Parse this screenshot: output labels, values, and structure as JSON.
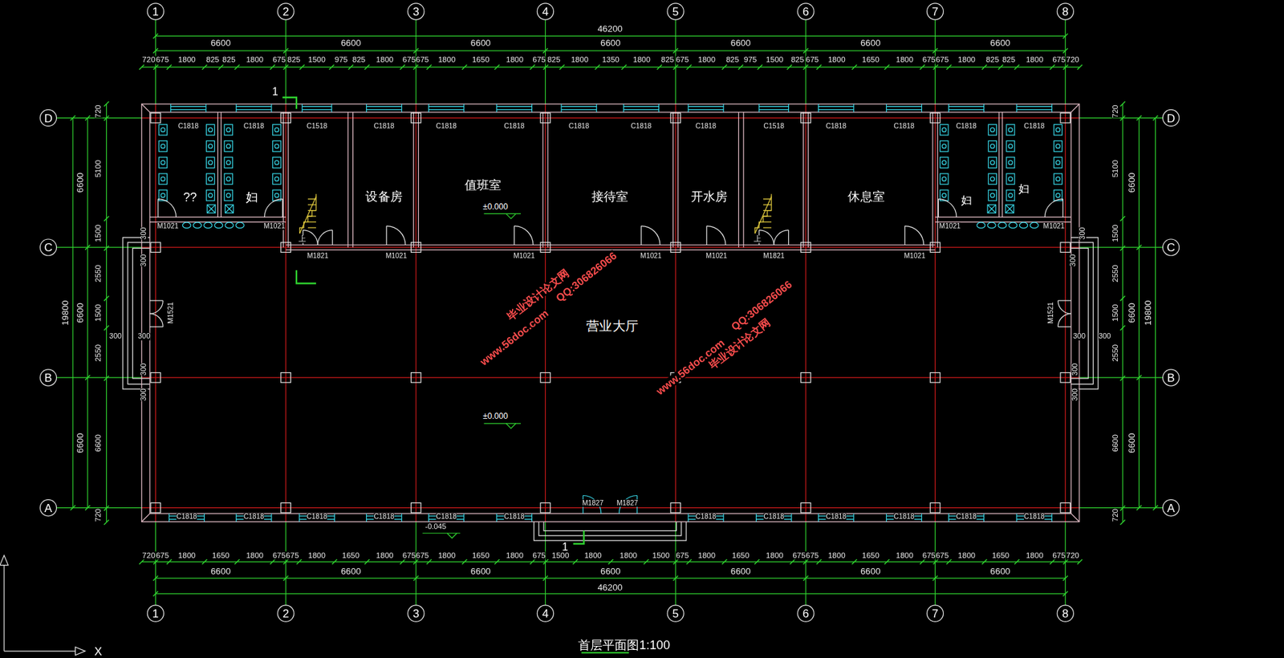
{
  "diagram": {
    "caption": "首层平面图1:100",
    "nodes": [
      {
        "text": [
          "??"
        ]
      },
      {
        "text": [
          "妇"
        ]
      },
      {
        "text": [
          "设备房"
        ]
      },
      {
        "text": [
          "值班室",
          "±0.000"
        ]
      },
      {
        "text": [
          "接待室"
        ]
      },
      {
        "text": [
          "开水房"
        ]
      },
      {
        "text": [
          "休息室"
        ]
      },
      {
        "text": [
          "妇"
        ]
      },
      {
        "text": [
          "妇"
        ]
      },
      {
        "text": [
          "营业大厅",
          "±0.000"
        ]
      }
    ],
    "labels": [
      "1",
      "2",
      "3",
      "4",
      "5",
      "6",
      "7",
      "8",
      "46200",
      "6600",
      "6600",
      "6600",
      "6600",
      "6600",
      "6600",
      "6600",
      "720",
      "675",
      "1800",
      "825",
      "825",
      "1800",
      "675",
      "825",
      "1500",
      "975",
      "825",
      "1800",
      "675",
      "675",
      "1800",
      "1650",
      "1800",
      "675",
      "825",
      "1800",
      "1350",
      "1800",
      "825",
      "675",
      "1800",
      "825",
      "975",
      "1500",
      "825",
      "675",
      "1800",
      "1650",
      "1800",
      "675",
      "675",
      "1800",
      "825",
      "825",
      "1800",
      "675",
      "720",
      "D",
      "C",
      "B",
      "A",
      "D",
      "C",
      "B",
      "A",
      "19800",
      "6600",
      "6600",
      "6600",
      "720",
      "5100",
      "1500",
      "2550",
      "1500",
      "2550",
      "6600",
      "720",
      "720",
      "5100",
      "1500",
      "2550",
      "1500",
      "2550",
      "6600",
      "720",
      "6600",
      "6600",
      "6600",
      "19800",
      "300",
      "300",
      "300",
      "300",
      "300",
      "300",
      "300",
      "300",
      "300",
      "300",
      "300",
      "300",
      "C1818",
      "C1818",
      "C1518",
      "C1818",
      "C1818",
      "C1818",
      "C1818",
      "C1818",
      "C1818",
      "C1518",
      "C1818",
      "C1818",
      "C1818",
      "C1818",
      "C1818",
      "C1818",
      "C1818",
      "C1818",
      "C1818",
      "C1818",
      "C1818",
      "C1818",
      "C1818",
      "C1818",
      "C1818",
      "C1818",
      "M1021",
      "M1021",
      "M1821",
      "M1021",
      "M1021",
      "M1021",
      "M1021",
      "M1821",
      "M1021",
      "M1021",
      "M1021",
      "M1521",
      "M1521",
      "M1827",
      "M1827",
      "-0.045",
      "1",
      "1",
      "上",
      "上",
      "毕业设计论文网",
      "www.56doc.com",
      "QQ:306826066",
      "www.56doc.com",
      "QQ:306826066",
      "毕业设计论文网",
      "720",
      "675",
      "1800",
      "1650",
      "1800",
      "675",
      "675",
      "1800",
      "1650",
      "1800",
      "675",
      "675",
      "1800",
      "1650",
      "1800",
      "675",
      "1500",
      "1800",
      "1800",
      "1500",
      "675",
      "1800",
      "1650",
      "1800",
      "675",
      "675",
      "1800",
      "1650",
      "1800",
      "675",
      "675",
      "1800",
      "1650",
      "1800",
      "675",
      "720",
      "6600",
      "6600",
      "6600",
      "6600",
      "6600",
      "6600",
      "6600",
      "46200",
      "1",
      "2",
      "3",
      "4",
      "5",
      "6",
      "7",
      "8",
      "X"
    ]
  }
}
